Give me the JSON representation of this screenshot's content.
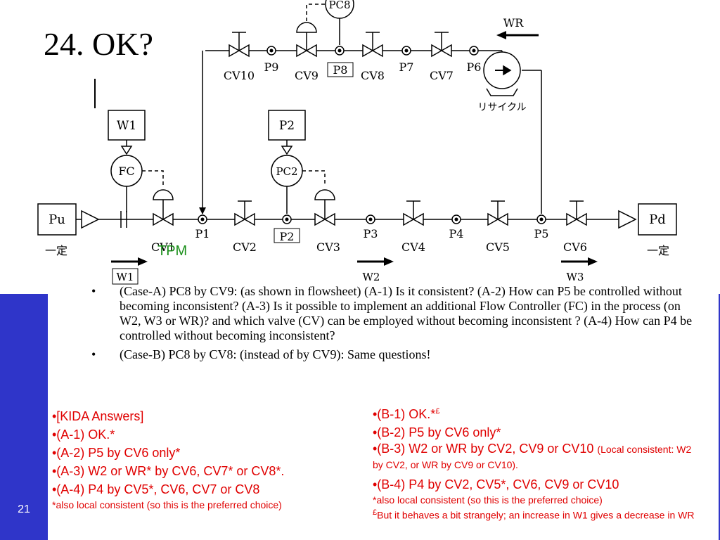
{
  "slide": {
    "title": "24. OK?",
    "number": "21"
  },
  "diagram": {
    "signals": {
      "W1": "W1",
      "P2": "P2",
      "PC8": "PC8"
    },
    "controllers": {
      "FC": "FC",
      "PC2": "PC2"
    },
    "ends": {
      "Pu": "Pu",
      "Pd": "Pd",
      "const": "一定"
    },
    "valves": [
      "CV1",
      "CV2",
      "CV3",
      "CV4",
      "CV5",
      "CV6",
      "CV7",
      "CV8",
      "CV9",
      "CV10"
    ],
    "points": [
      "P1",
      "P2",
      "P3",
      "P4",
      "P5",
      "P6",
      "P7",
      "P8",
      "P9"
    ],
    "flows": {
      "W1": "W1",
      "W2": "W2",
      "W3": "W3",
      "WR": "WR"
    },
    "recycle_label": "リサイクル",
    "tpm": "TPM"
  },
  "questions": [
    "(Case-A) PC8 by CV9: (as shown in flowsheet) (A-1) Is it consistent? (A-2) How can P5 be controlled without becoming inconsistent? (A-3) Is it possible to implement an additional Flow Controller (FC) in the process (on W2, W3 or WR)? and which valve (CV) can be employed without becoming inconsistent ? (A-4) How can P4 be controlled without becoming inconsistent?",
    "(Case-B) PC8 by CV8: (instead of by CV9): Same questions!"
  ],
  "answers_a": {
    "lines": [
      "•[KIDA Answers]",
      "•(A-1) OK.*",
      "•(A-2) P5 by CV6 only*",
      "•(A-3) W2 or WR* by CV6, CV7* or CV8*.",
      "•(A-4) P4 by CV5*, CV6, CV7 or CV8"
    ],
    "note": "*also local consistent (so this is the preferred choice)"
  },
  "answers_b": {
    "b1": "•(B-1) OK.*",
    "b1_mark": "£",
    "b2": "•(B-2) P5 by CV6 only*",
    "b3": "•(B-3) W2 or WR by CV2, CV9 or CV10",
    "b3_note": "(Local consistent: W2 by CV2, or WR by CV9 or CV10).",
    "b4": "•(B-4) P4 by CV2, CV5*,  CV6, CV9 or CV10",
    "note1": "*also local consistent (so this is the preferred choice)",
    "note2_mark": "£",
    "note2": "But it behaves a bit strangely; an increase in W1 gives a decrease in WR"
  }
}
